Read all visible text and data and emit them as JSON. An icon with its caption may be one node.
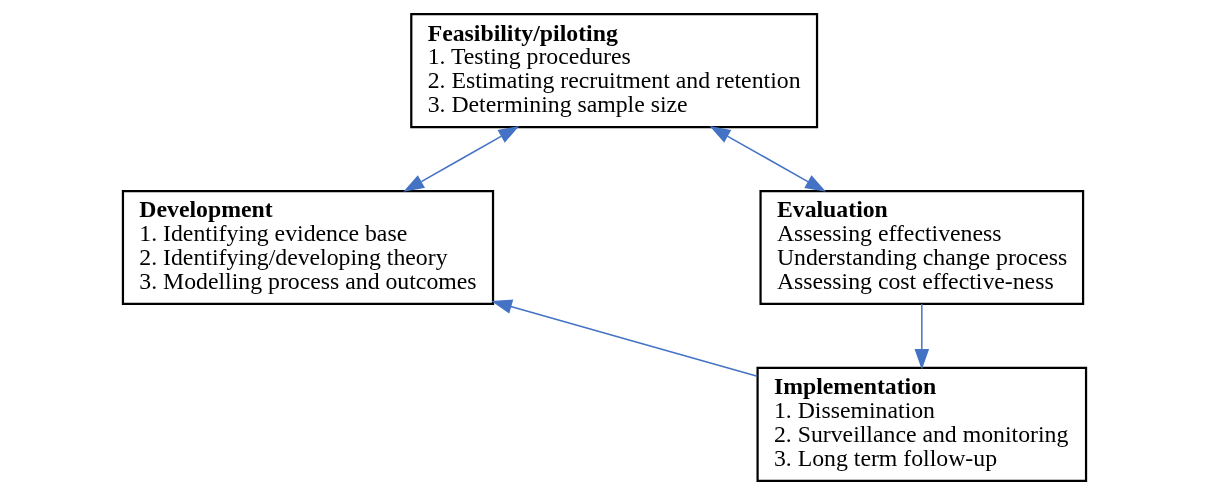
{
  "diagram": {
    "nodes": [
      {
        "text": [
          "Feasibility/piloting",
          "1. Testing procedures",
          "2. Estimating recruitment and retention",
          "3. Determining sample size"
        ]
      },
      {
        "text": [
          "Development",
          "1. Identifying evidence base",
          "2. Identifying/developing theory",
          "3. Modelling process and outcomes"
        ]
      },
      {
        "text": [
          "Evaluation",
          "Assessing effectiveness",
          "Understanding change process",
          "Assessing cost effective-ness"
        ]
      },
      {
        "text": [
          "Implementation",
          "1. Dissemination",
          "2. Surveillance and monitoring",
          "3. Long term follow-up"
        ]
      }
    ],
    "edges": [
      {
        "from": 0,
        "to": 1,
        "arrow": "both",
        "color": "#4472c4"
      },
      {
        "from": 0,
        "to": 2,
        "arrow": "both",
        "color": "#4472c4"
      },
      {
        "from": 2,
        "to": 3,
        "arrow": "to",
        "color": "#4472c4"
      },
      {
        "from": 3,
        "to": 1,
        "arrow": "to",
        "color": "#4472c4"
      }
    ]
  }
}
